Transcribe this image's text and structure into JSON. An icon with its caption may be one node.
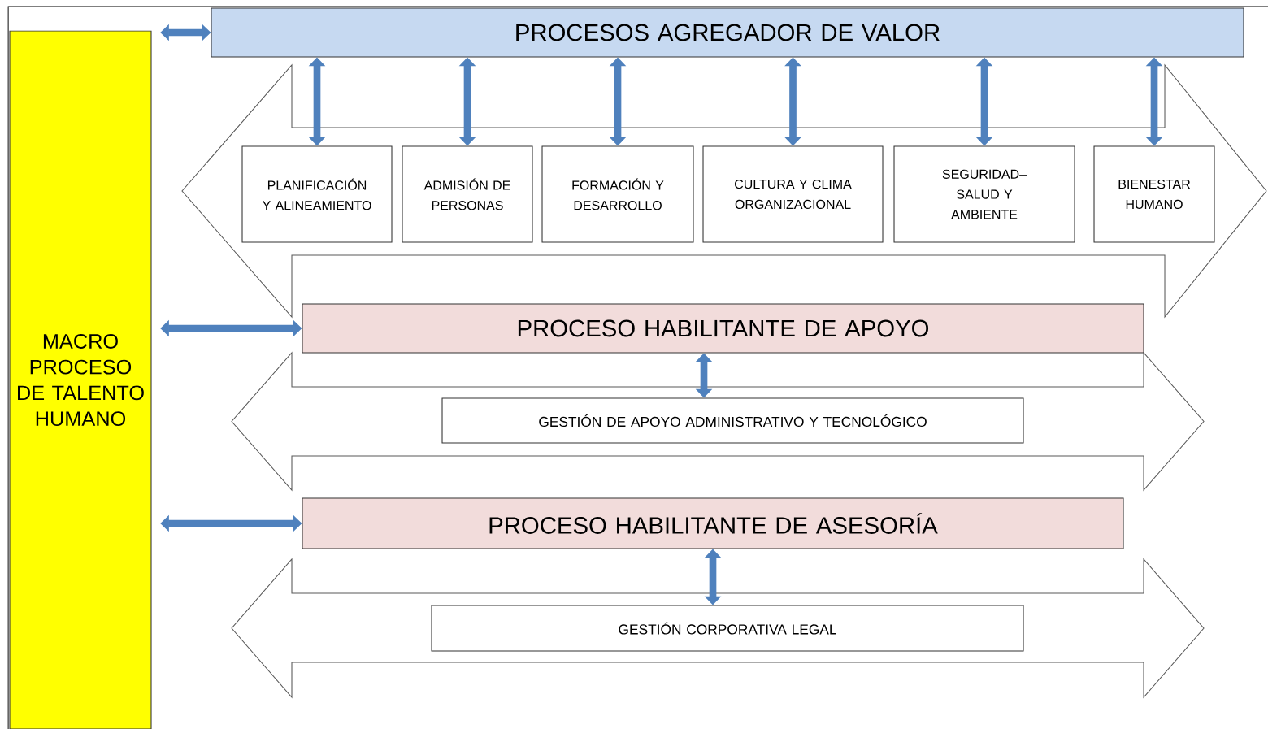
{
  "diagram": {
    "nodes": [
      {
        "text": [
          "MACRO PROCESO DE TALENTO HUMANO"
        ]
      },
      {
        "text": [
          "PROCESOS AGREGADOR DE VALOR"
        ]
      },
      {
        "text": [],
        "shape": "arrow"
      },
      {
        "text": [
          "PLANIFICACIÓN Y ALINEAMIENTO"
        ],
        "in": 2
      },
      {
        "text": [
          "ADMISIÓN DE PERSONAS"
        ],
        "in": 2
      },
      {
        "text": [
          "FORMACIÓN Y DESARROLLO"
        ],
        "in": 2
      },
      {
        "text": [
          "CULTURA Y CLIMA ORGANIZACIONAL"
        ],
        "in": 2
      },
      {
        "text": [
          "SEGURIDAD– SALUD Y AMBIENTE"
        ],
        "in": 2
      },
      {
        "text": [
          "BIENESTAR HUMANO"
        ],
        "in": 2
      },
      {
        "text": [
          "PROCESO HABILITANTE DE APOYO"
        ]
      },
      {
        "text": [],
        "shape": "arrow"
      },
      {
        "text": [
          "GESTIÓN DE APOYO ADMINISTRATIVO Y TECNOLÓGICO"
        ],
        "in": 10
      },
      {
        "text": [
          "PROCESO HABILITANTE DE ASESORÍA"
        ]
      },
      {
        "text": [],
        "shape": "arrow"
      },
      {
        "text": [
          "GESTIÓN CORPORATIVA LEGAL"
        ],
        "in": 13
      }
    ],
    "edges": [
      {
        "from": 0,
        "to": 1,
        "arrow": "both"
      },
      {
        "from": 1,
        "to": 3,
        "arrow": "both"
      },
      {
        "from": 1,
        "to": 4,
        "arrow": "both"
      },
      {
        "from": 1,
        "to": 5,
        "arrow": "both"
      },
      {
        "from": 1,
        "to": 6,
        "arrow": "both"
      },
      {
        "from": 1,
        "to": 7,
        "arrow": "both"
      },
      {
        "from": 1,
        "to": 8,
        "arrow": "both"
      },
      {
        "from": 0,
        "to": 9,
        "arrow": "both"
      },
      {
        "from": 9,
        "to": 11,
        "arrow": "both"
      },
      {
        "from": 0,
        "to": 12,
        "arrow": "both"
      },
      {
        "from": 12,
        "to": 14,
        "arrow": "both"
      }
    ]
  }
}
